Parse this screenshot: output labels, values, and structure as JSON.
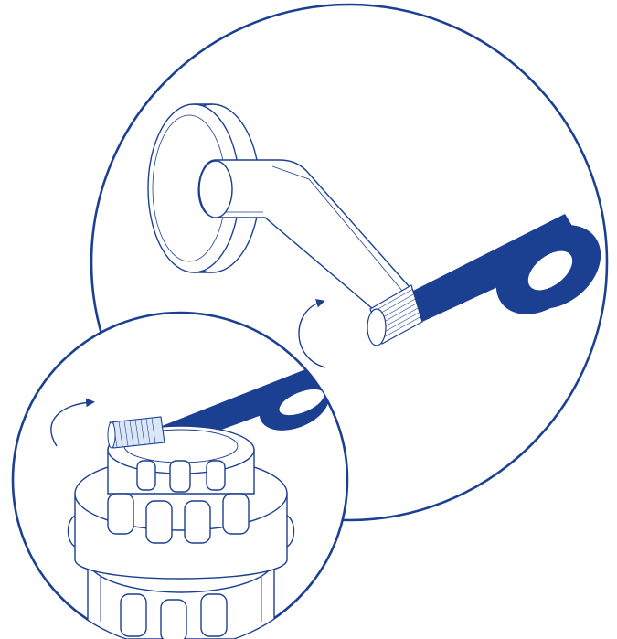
{
  "figure": {
    "background": "#ffffff",
    "line_color": "#1b3f91",
    "tape_color": "#1b3f91",
    "parts": [
      "shower-arm",
      "threaded-pipe-end",
      "thread-seal-tape-roll",
      "shower-filter-housing",
      "rotation-arrow"
    ]
  }
}
